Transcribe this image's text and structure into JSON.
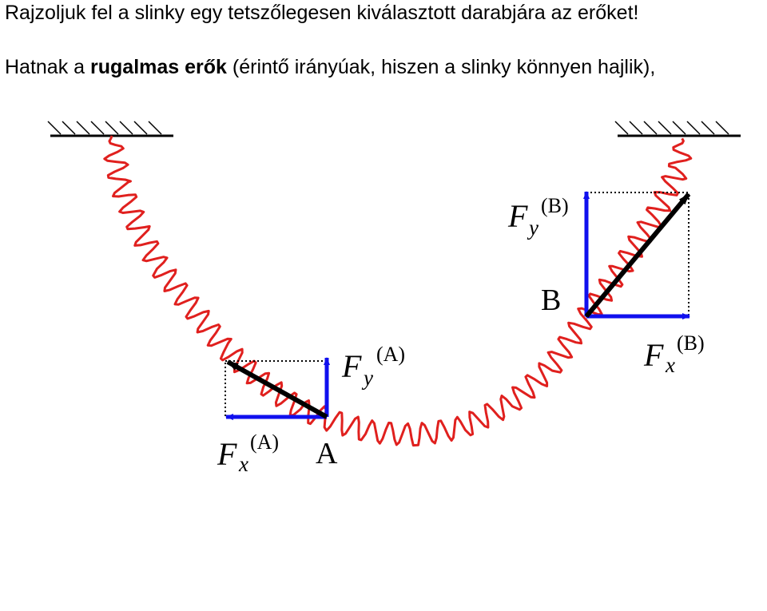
{
  "text": {
    "line1": "Rajzoljuk fel a slinky egy tetszőlegesen kiválasztott darabjára az erőket!",
    "line2_prefix": "Hatnak a ",
    "line2_bold": "rugalmas erők",
    "line2_suffix": " (érintő irányúak, hiszen a slinky könnyen hajlik),"
  },
  "labels": {
    "point_a": "A",
    "point_b": "B",
    "f_symbol": "F",
    "sub_x": "x",
    "sub_y": "y",
    "sup_a": "(A)",
    "sup_b": "(B)"
  },
  "colors": {
    "spring": "#e0201e",
    "component_arrow": "#1010ee",
    "resultant_arrow": "#000000"
  }
}
